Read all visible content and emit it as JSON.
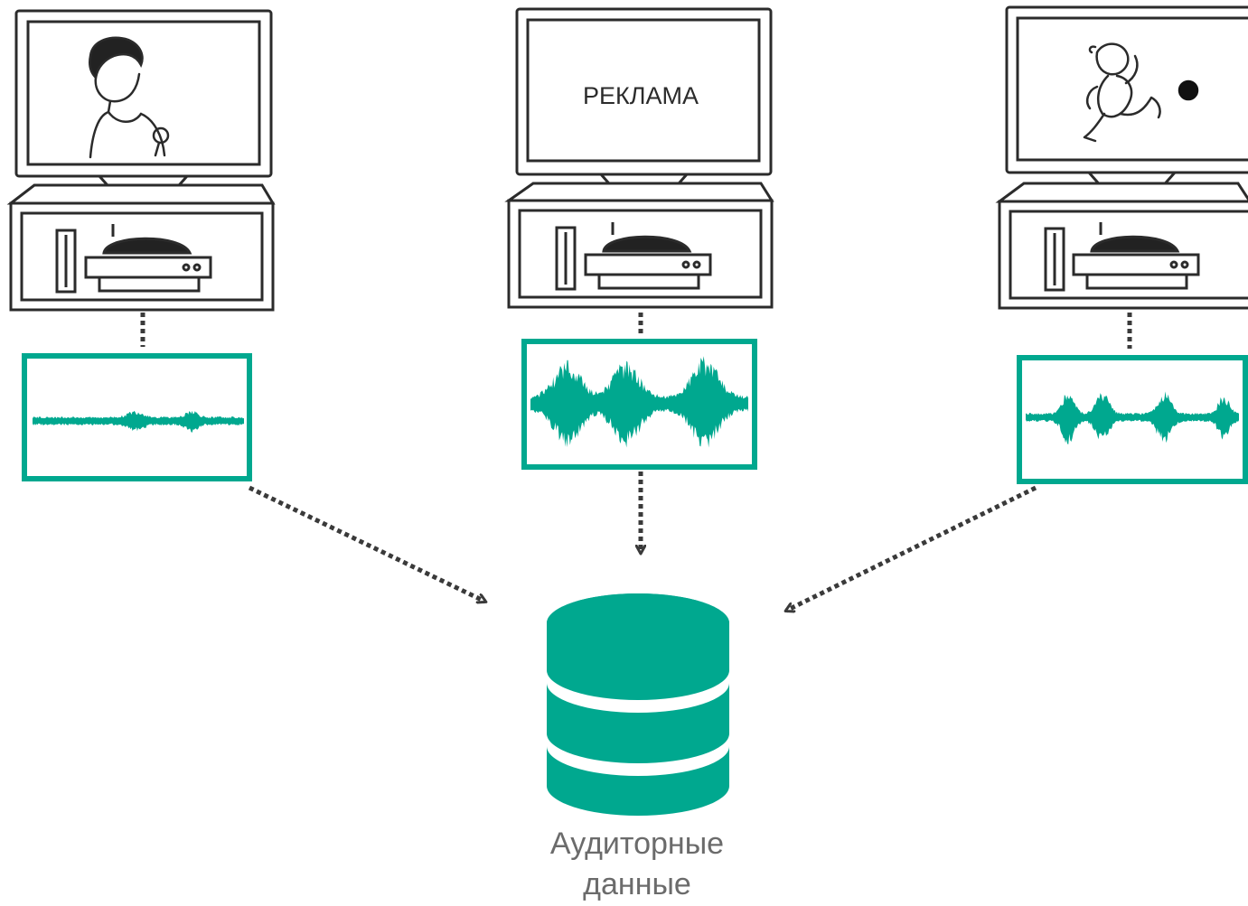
{
  "colors": {
    "accent": "#00a88f",
    "outline": "#2b2b2b",
    "connector": "#3a3a3a",
    "label": "#6b6b6b"
  },
  "tv_sets": [
    {
      "id": "left",
      "screen_content": "person-with-microphone-icon",
      "waveform_level": "low"
    },
    {
      "id": "center",
      "screen_text": "РЕКЛАМА",
      "waveform_level": "high"
    },
    {
      "id": "right",
      "screen_content": "running-footballer-icon",
      "waveform_level": "medium"
    }
  ],
  "database": {
    "icon": "database-icon",
    "label_line1": "Аудиторные",
    "label_line2": "данные"
  }
}
